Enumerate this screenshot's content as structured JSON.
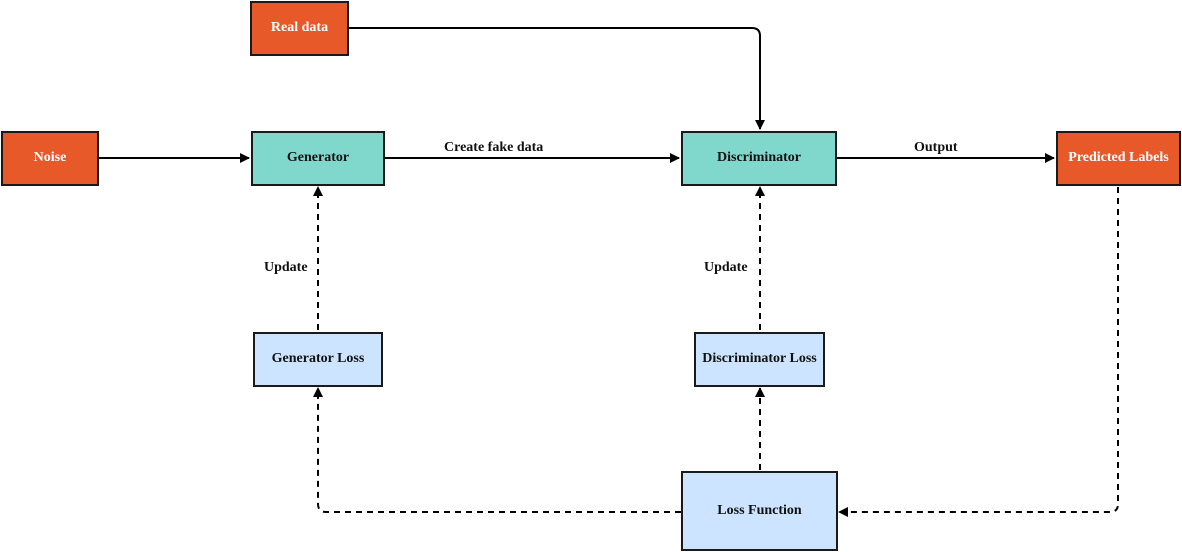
{
  "nodes": {
    "real_data": "Real data",
    "noise": "Noise",
    "generator": "Generator",
    "discriminator": "Discriminator",
    "predicted_labels": "Predicted Labels",
    "generator_loss": "Generator Loss",
    "discriminator_loss": "Discriminator Loss",
    "loss_function": "Loss Function"
  },
  "edges": {
    "create_fake_data": "Create fake data",
    "output": "Output",
    "update_generator": "Update",
    "update_discriminator": "Update"
  },
  "colors": {
    "input_output": "#e8592a",
    "model": "#80d8cc",
    "loss": "#cce4ff",
    "stroke": "#1a1a1a"
  }
}
